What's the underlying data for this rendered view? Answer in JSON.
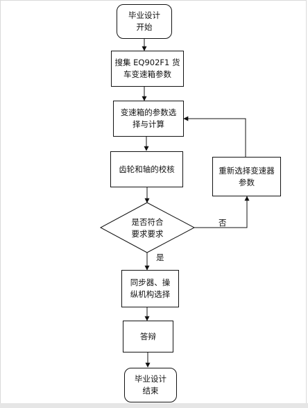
{
  "nodes": {
    "start": "毕业设计\n开始",
    "search": "搜集 EQ902F1 货\n车变速箱参数",
    "select_calc": "变速箱的参数选\n择与计算",
    "gear_check": "齿轮和轴的校核",
    "decision": "是否符合\n要求要求",
    "reselect": "重新选择变速器\n参数",
    "sync": "同步器、操\n纵机构选择",
    "defense": "答辩",
    "end": "毕业设计\n结束"
  },
  "edge_labels": {
    "no": "否",
    "yes": "是"
  },
  "colors": {
    "line": "#111111",
    "background": "#ffffff"
  }
}
